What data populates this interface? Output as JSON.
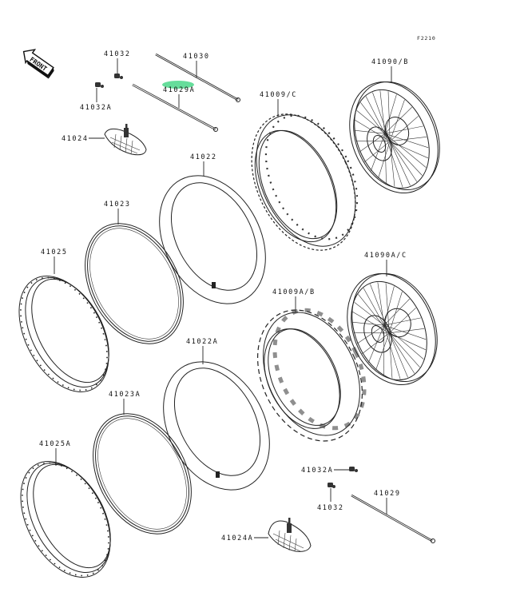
{
  "diagram": {
    "figure_code": "F2210",
    "front_indicator": "FRONT",
    "highlight_color": "#33d17a",
    "highlighted_part": "41029A",
    "parts": [
      {
        "id": "front-spoke-a",
        "number": "41030"
      },
      {
        "id": "front-spoke-b",
        "number": "41029A",
        "highlighted": true
      },
      {
        "id": "nipple-top",
        "number": "41032"
      },
      {
        "id": "nipple-top-a",
        "number": "41032A"
      },
      {
        "id": "rim-lock-top",
        "number": "41024"
      },
      {
        "id": "tube-top",
        "number": "41022"
      },
      {
        "id": "rim-band-top",
        "number": "41023"
      },
      {
        "id": "rim-top",
        "number": "41025"
      },
      {
        "id": "tire-front",
        "number": "41009/C"
      },
      {
        "id": "wheel-front",
        "number": "41090/B"
      },
      {
        "id": "wheel-rear",
        "number": "41090A/C"
      },
      {
        "id": "tire-rear",
        "number": "41009A/B"
      },
      {
        "id": "tube-bottom",
        "number": "41022A"
      },
      {
        "id": "rim-band-bottom",
        "number": "41023A"
      },
      {
        "id": "rim-bottom",
        "number": "41025A"
      },
      {
        "id": "nipple-bottom-a",
        "number": "41032A"
      },
      {
        "id": "nipple-bottom",
        "number": "41032"
      },
      {
        "id": "rear-spoke",
        "number": "41029"
      },
      {
        "id": "rim-lock-bottom",
        "number": "41024A"
      }
    ]
  }
}
